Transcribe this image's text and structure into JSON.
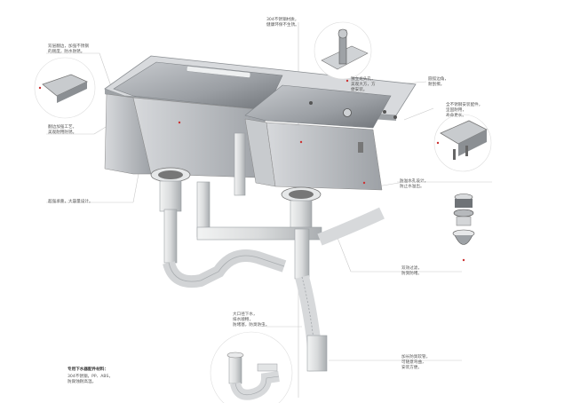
{
  "annotations": {
    "top_left": "双层翻边，加强不锈钢\n的刚度，防水防锈。",
    "left_mid": "翻边加强工艺，\n美观耐用防锈。",
    "left_lower": "超强承重，大容量设计。",
    "top_center": "304不锈钢材质，\n健康环保不生锈。",
    "right_top_a": "独立龙头孔，\n美观大方，方\n便安装。",
    "right_top_b": "圆弧边角，\n耐刮擦。",
    "right_mid": "全不锈钢安装配件，\n坚固耐用，\n寿命更长。",
    "right_drain": "防溢水孔设计，\n防止水溢出。",
    "right_strainer": "双效过滤，\n防臭防堵。",
    "right_hose": "加长防臭软管，\n可随意弯曲，\n安装方便。",
    "bottom_left_title": "专用下水器配件材料：",
    "bottom_left_body": "304不锈钢，PP、ABS，\n防腐蚀耐高温。",
    "bottom_center": "大口径下水，\n排水顺畅，\n防堵塞，防臭防虫。"
  },
  "colors": {
    "steel": "#b9bcc0",
    "pipe": "#dcdedf",
    "leader": "#b43a3a"
  },
  "icons": [
    "rim-detail-icon",
    "faucet-bolt-icon",
    "corner-detail-icon",
    "strainer-parts-icon",
    "p-trap-icon"
  ]
}
